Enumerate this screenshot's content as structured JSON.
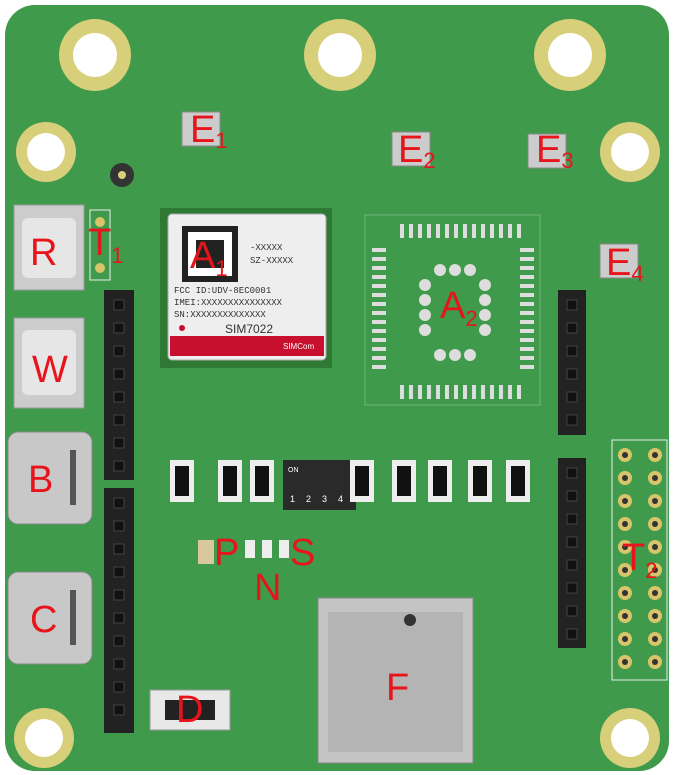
{
  "board": {
    "color": "#3f9a4c",
    "silkscreen": "#f4f4f4",
    "pad_color": "#d8c46a",
    "label_color": "#e8141b"
  },
  "module_a1": {
    "model": "SIM7022",
    "brand": "SIMCom",
    "lines": [
      "SN:XXXXXXXXXXXXXX",
      "IMEI:XXXXXXXXXXXXXXX",
      "FCC ID:UDV-8EC0001",
      "SZ-XXXXX",
      "-XXXXX"
    ]
  },
  "dip_switch": {
    "on_label": "ON",
    "positions": [
      "1",
      "2",
      "3",
      "4"
    ]
  },
  "labels": {
    "a1": {
      "main": "A",
      "sub": "1"
    },
    "a2": {
      "main": "A",
      "sub": "2"
    },
    "b": {
      "main": "B"
    },
    "c": {
      "main": "C"
    },
    "d": {
      "main": "D"
    },
    "e1": {
      "main": "E",
      "sub": "1"
    },
    "e2": {
      "main": "E",
      "sub": "2"
    },
    "e3": {
      "main": "E",
      "sub": "3"
    },
    "e4": {
      "main": "E",
      "sub": "4"
    },
    "f": {
      "main": "F"
    },
    "n": {
      "main": "N"
    },
    "p": {
      "main": "P"
    },
    "r": {
      "main": "R"
    },
    "s": {
      "main": "S"
    },
    "t1": {
      "main": "T",
      "sub": "1"
    },
    "t2": {
      "main": "T",
      "sub": "2"
    },
    "w": {
      "main": "W"
    }
  }
}
